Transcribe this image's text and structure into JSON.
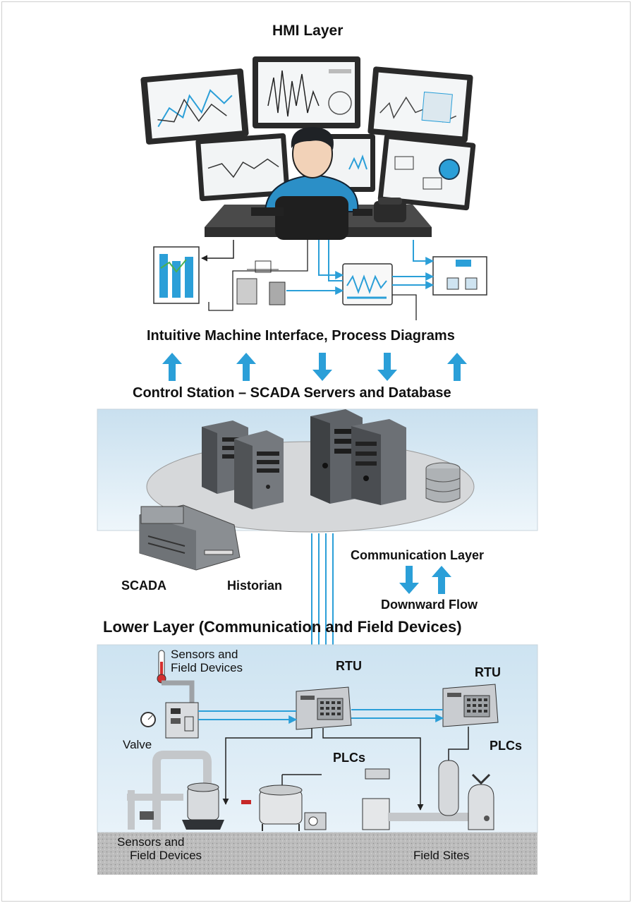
{
  "hmi": {
    "title": "HMI Layer",
    "caption": "Intuitive  Machine Interface, Process Diagrams"
  },
  "control": {
    "title": "Control Station – SCADA Servers and Database",
    "scada_label": "SCADA",
    "historian_label": "Historian"
  },
  "communication": {
    "label": "Communication Layer",
    "flow_label": "Downward Flow"
  },
  "lower": {
    "title": "Lower Layer  (Communication and Field Devices)",
    "sensors_top_line1": "Sensors and",
    "sensors_top_line2": "Field Devices",
    "valve_label": "Valve",
    "rtu_left": "RTU",
    "rtu_right": "RTU",
    "plcs_left": "PLCs",
    "plcs_right": "PLCs",
    "sensors_bottom_line1": "Sensors and",
    "sensors_bottom_line2": "Field Devices",
    "field_sites": "Field Sites"
  },
  "colors": {
    "flow_blue": "#2b9fd8",
    "sky_gradient_top": "#cfe4f1",
    "ground": "#b9b9b9"
  },
  "icons": [
    "monitor-icon",
    "operator-icon",
    "phone-icon",
    "server-icon",
    "database-icon",
    "rtu-icon",
    "thermometer-icon",
    "gauge-icon",
    "tank-icon",
    "pump-icon",
    "arrow-up-icon",
    "arrow-down-icon"
  ]
}
